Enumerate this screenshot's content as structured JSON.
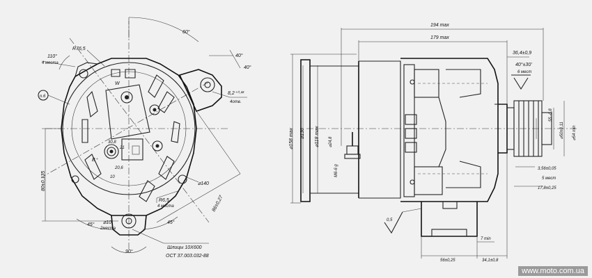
{
  "drawing": {
    "front_view": {
      "angle_top": "60°",
      "radius_top": "R76,5",
      "angle_left": "110°",
      "count_left": "4 места",
      "angle_right_a": "40°",
      "angle_right_b": "40°",
      "hole_dim": "8,2⁺⁰·²²",
      "hole_count": "4отв.",
      "circle_ref": "n.6",
      "terminal_w": "W",
      "terminal_b": "B⁺",
      "dim_30_8": "30,8",
      "dim_21": "21",
      "dim_20_6": "20,6",
      "dim_10": "10",
      "dim_80": "80±0,135",
      "dim_86": "86±0,27",
      "dim_140": "⌀140",
      "radius_r6_5": "R6,5",
      "radius_count": "4 места",
      "angle_45_left": "45°",
      "angle_45_right": "45°",
      "hole_r10": "⌀10",
      "hole_r10_count": "2места",
      "angle_bottom": "90°",
      "spline_note": "Шлицы 10Х600",
      "standard_note": "ОСТ 37.003.032-88"
    },
    "side_view": {
      "len_194": "194 max",
      "len_179": "179 max",
      "dim_36_4": "36,4±0,9",
      "angle_40_30": "40°±30'",
      "grooves_6": "6 мест",
      "dia_158": "⌀158 max",
      "dia_136": "⌀136",
      "dia_118": "⌀118 max",
      "dia_m6": "М6-6 g",
      "dim_24": "⌀24,8",
      "dia_50": "⌀50±0,11",
      "dia_54": "⌀54 min",
      "dia_55": "55 -0,8",
      "dim_3_56": "3,56±0,05",
      "grooves_5": "5 мест",
      "dim_17_8": "17,8±0,25",
      "roughness": "0,5",
      "dim_7min": "7 min",
      "dim_56": "56±0,25",
      "dim_34": "34,1±0,8"
    }
  },
  "watermark": "www.moto.com.ua"
}
